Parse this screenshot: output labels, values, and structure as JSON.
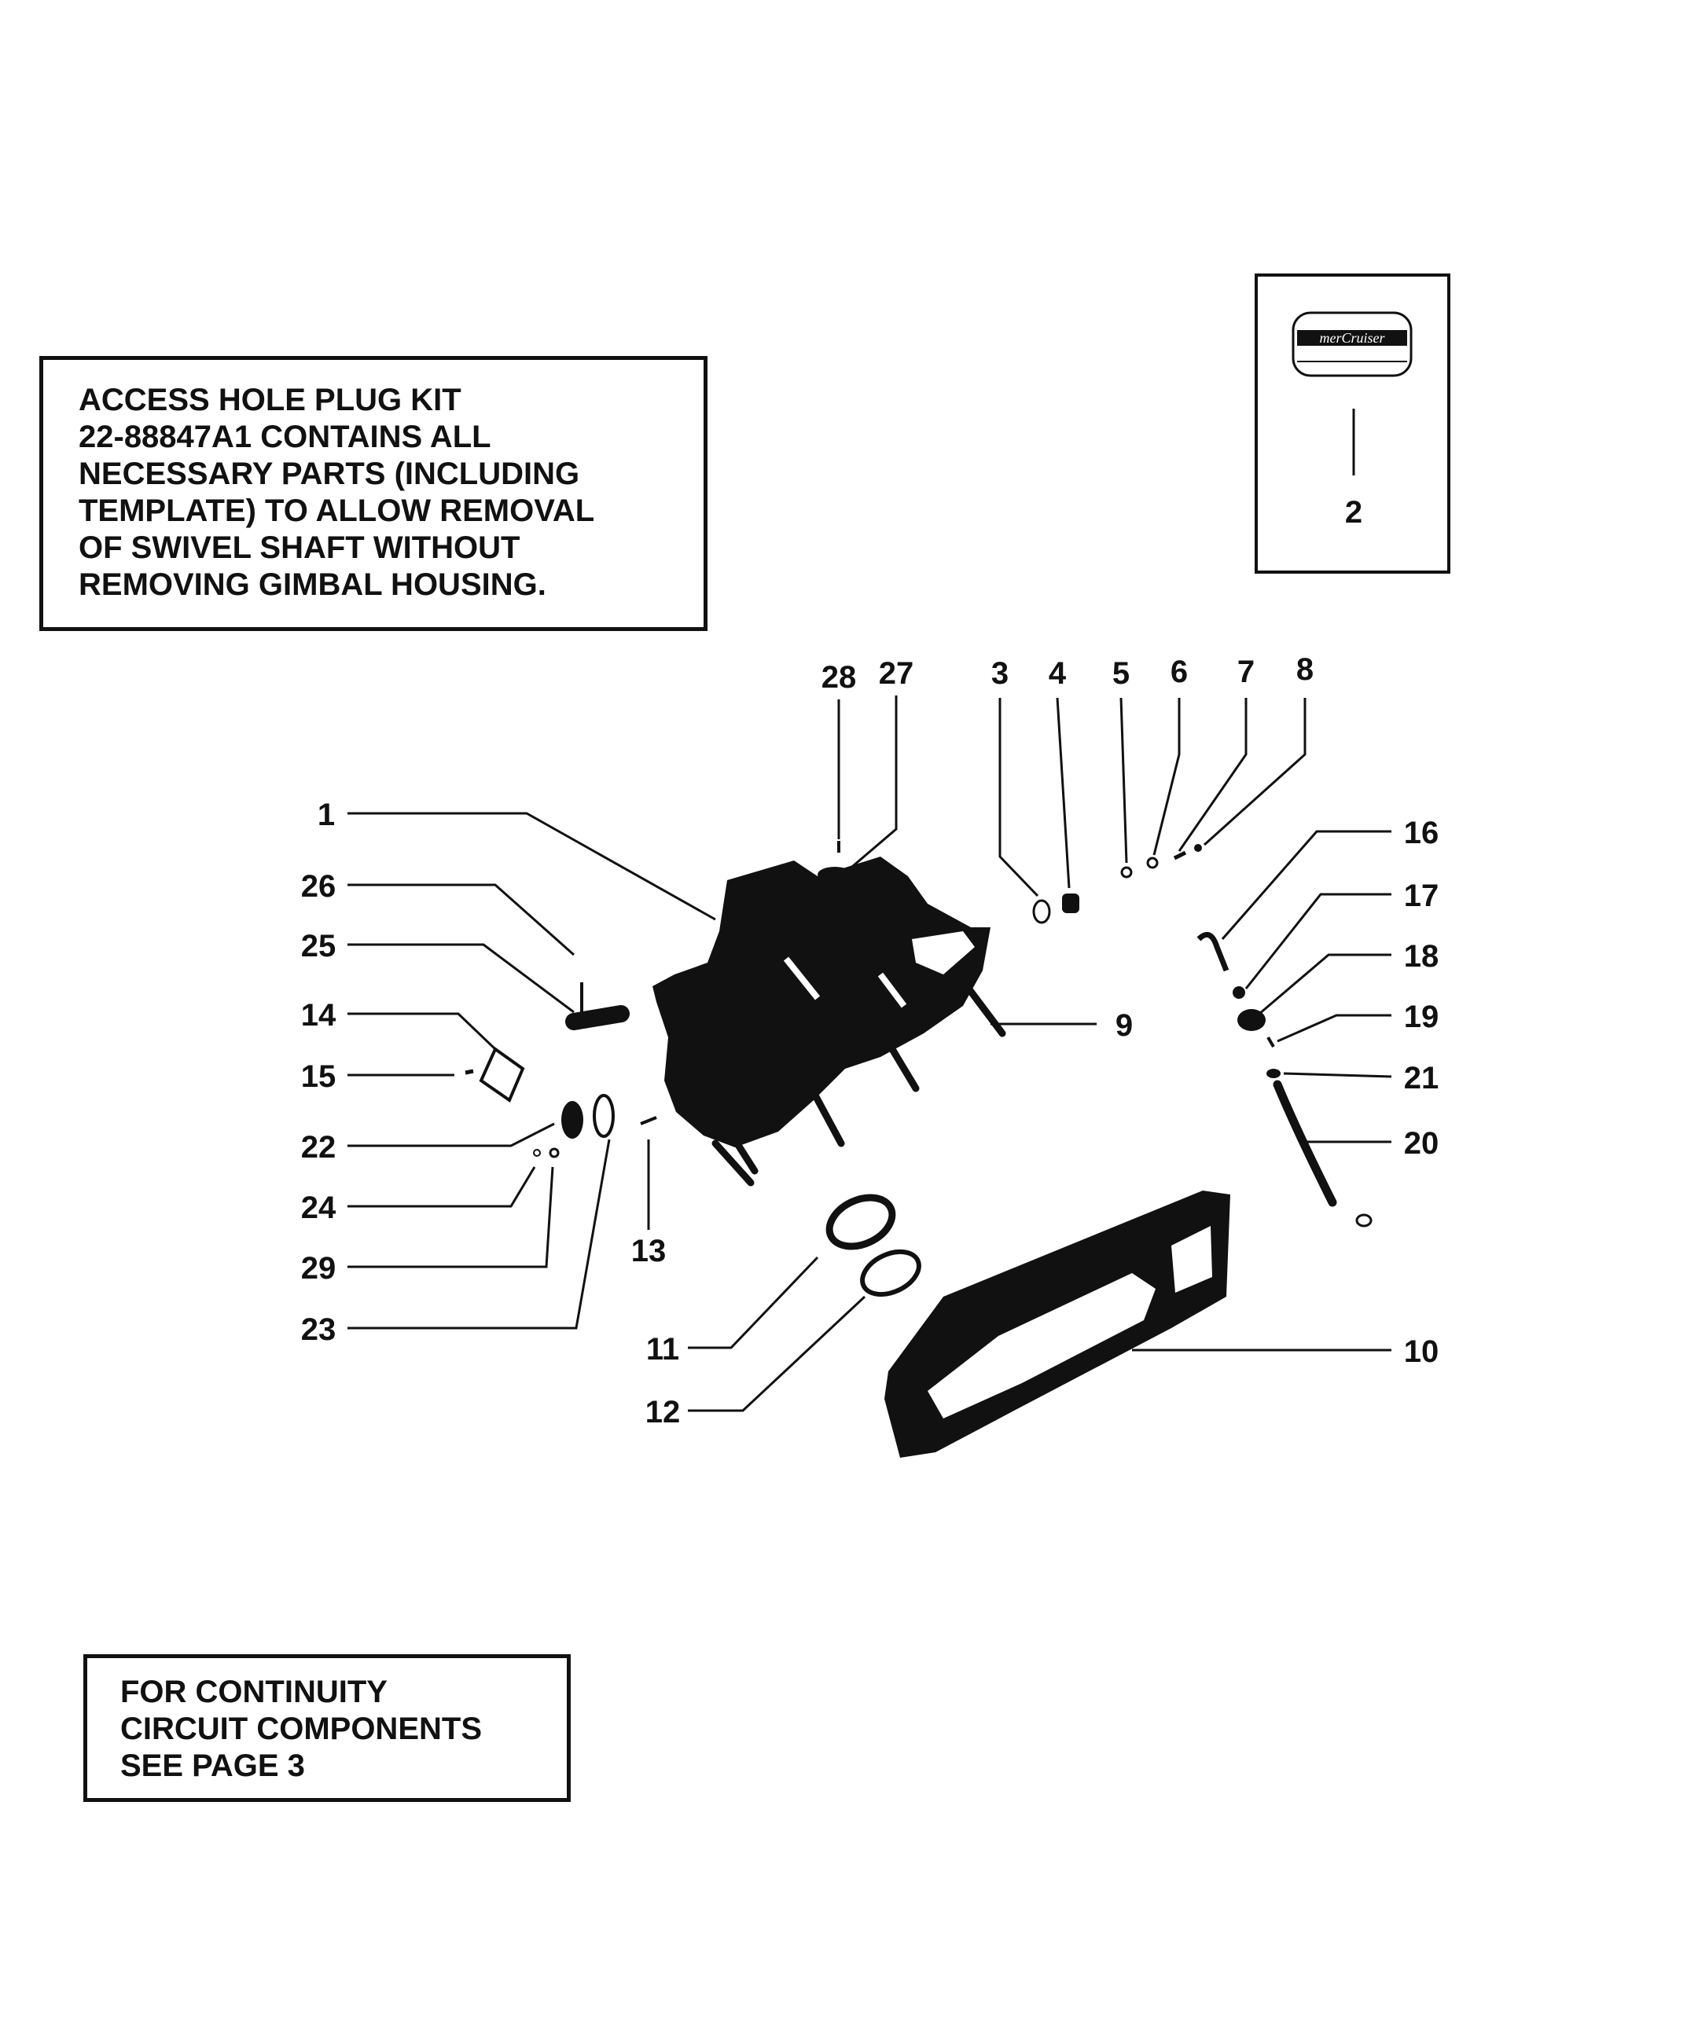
{
  "notes": {
    "access_hole_kit": [
      "ACCESS HOLE PLUG KIT",
      "22-88847A1 CONTAINS ALL",
      "NECESSARY PARTS (INCLUDING",
      "TEMPLATE) TO ALLOW REMOVAL",
      "OF SWIVEL SHAFT WITHOUT",
      "REMOVING GIMBAL HOUSING."
    ],
    "continuity": [
      "FOR CONTINUITY",
      "CIRCUIT COMPONENTS",
      "SEE PAGE 3"
    ]
  },
  "decal": {
    "brand_text": "merCruiser",
    "part_number": "2"
  },
  "callouts": {
    "c1": "1",
    "c3": "3",
    "c4": "4",
    "c5": "5",
    "c6": "6",
    "c7": "7",
    "c8": "8",
    "c9": "9",
    "c10": "10",
    "c11": "11",
    "c12": "12",
    "c13": "13",
    "c14": "14",
    "c15": "15",
    "c16": "16",
    "c17": "17",
    "c18": "18",
    "c19": "19",
    "c20": "20",
    "c21": "21",
    "c22": "22",
    "c23": "23",
    "c24": "24",
    "c25": "25",
    "c26": "26",
    "c27": "27",
    "c28": "28",
    "c29": "29"
  },
  "colors": {
    "ink": "#111111",
    "paper": "#ffffff"
  }
}
